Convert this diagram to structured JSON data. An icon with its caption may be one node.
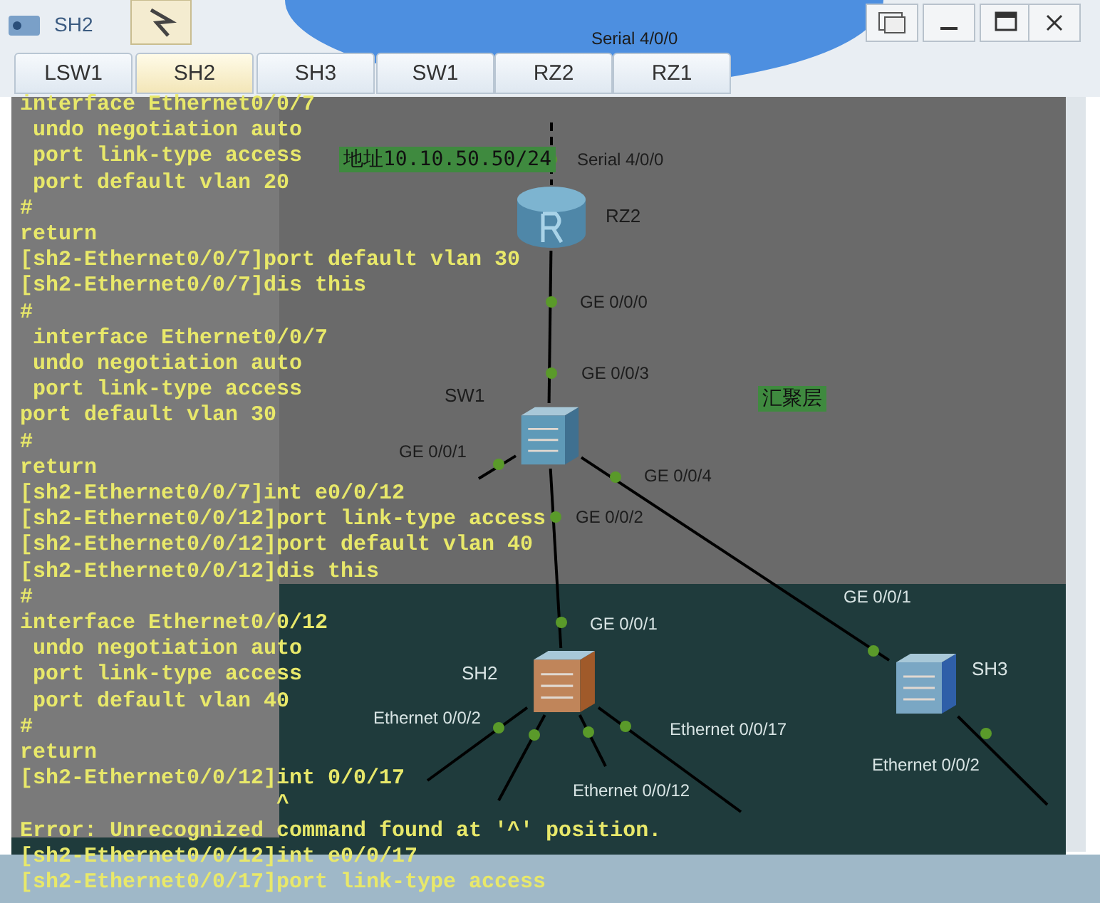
{
  "diagram": {
    "nodes": [
      {
        "text": [],
        "shape": "picture",
        "beside": [
          "RZ2"
        ]
      },
      {
        "text": [],
        "shape": "picture",
        "beside": [
          "SW1"
        ]
      },
      {
        "text": [],
        "shape": "picture",
        "beside": [
          "SH2"
        ]
      },
      {
        "text": [],
        "shape": "picture",
        "beside": [
          "SH3"
        ]
      }
    ],
    "edges": [
      {
        "from": null,
        "to": 0,
        "arrow": "none",
        "style": "dashed"
      },
      {
        "from": 0,
        "to": 1,
        "arrow": "none"
      },
      {
        "from": 1,
        "to": 2,
        "arrow": "none"
      },
      {
        "from": 1,
        "to": 3,
        "arrow": "none"
      },
      {
        "from": 1,
        "to": null,
        "arrow": "none"
      },
      {
        "from": 2,
        "to": null,
        "arrow": "none"
      },
      {
        "from": 2,
        "to": null,
        "arrow": "none"
      },
      {
        "from": 2,
        "to": null,
        "arrow": "none"
      },
      {
        "from": 2,
        "to": null,
        "arrow": "none"
      },
      {
        "from": 3,
        "to": null,
        "arrow": "none"
      }
    ],
    "labels": [
      "SH2",
      "LSW1",
      "SH2",
      "SH3",
      "SW1",
      "RZ2",
      "RZ1",
      "Serial 4/0/0",
      "interface Ethernet0/0/7",
      "undo negotiation auto",
      "port link-type access",
      "port default vlan 20",
      "#",
      "return",
      "[sh2-Ethernet0/0/7]port default vlan 30",
      "[sh2-Ethernet0/0/7]dis this",
      "#",
      "interface Ethernet0/0/7",
      "undo negotiation auto",
      "port link-type access",
      "port default vlan 30",
      "#",
      "return",
      "[sh2-Ethernet0/0/7]int e0/0/12",
      "[sh2-Ethernet0/0/12]port link-type access",
      "[sh2-Ethernet0/0/12]port default vlan 40",
      "[sh2-Ethernet0/0/12]dis this",
      "#",
      "interface Ethernet0/0/12",
      "undo negotiation auto",
      "port link-type access",
      "port default vlan 40",
      "#",
      "return",
      "[sh2-Ethernet0/0/12]int 0/0/17",
      "^",
      "Error: Unrecognized command found at '^' position.",
      "[sh2-Ethernet0/0/12]int e0/0/17",
      "[sh2-Ethernet0/0/17]port link-type access",
      "地址10.10.50.50/24",
      "Serial 4/0/0",
      "GE 0/0/0",
      "GE 0/0/3",
      "汇聚层",
      "GE 0/0/1",
      "GE 0/0/4",
      "GE 0/0/2",
      "GE 0/0/1",
      "GE 0/0/1",
      "Ethernet 0/0/17",
      "Ethernet 0/0/2",
      "Ethernet 0/0/12",
      "Ethernet 0/0/2"
    ]
  }
}
